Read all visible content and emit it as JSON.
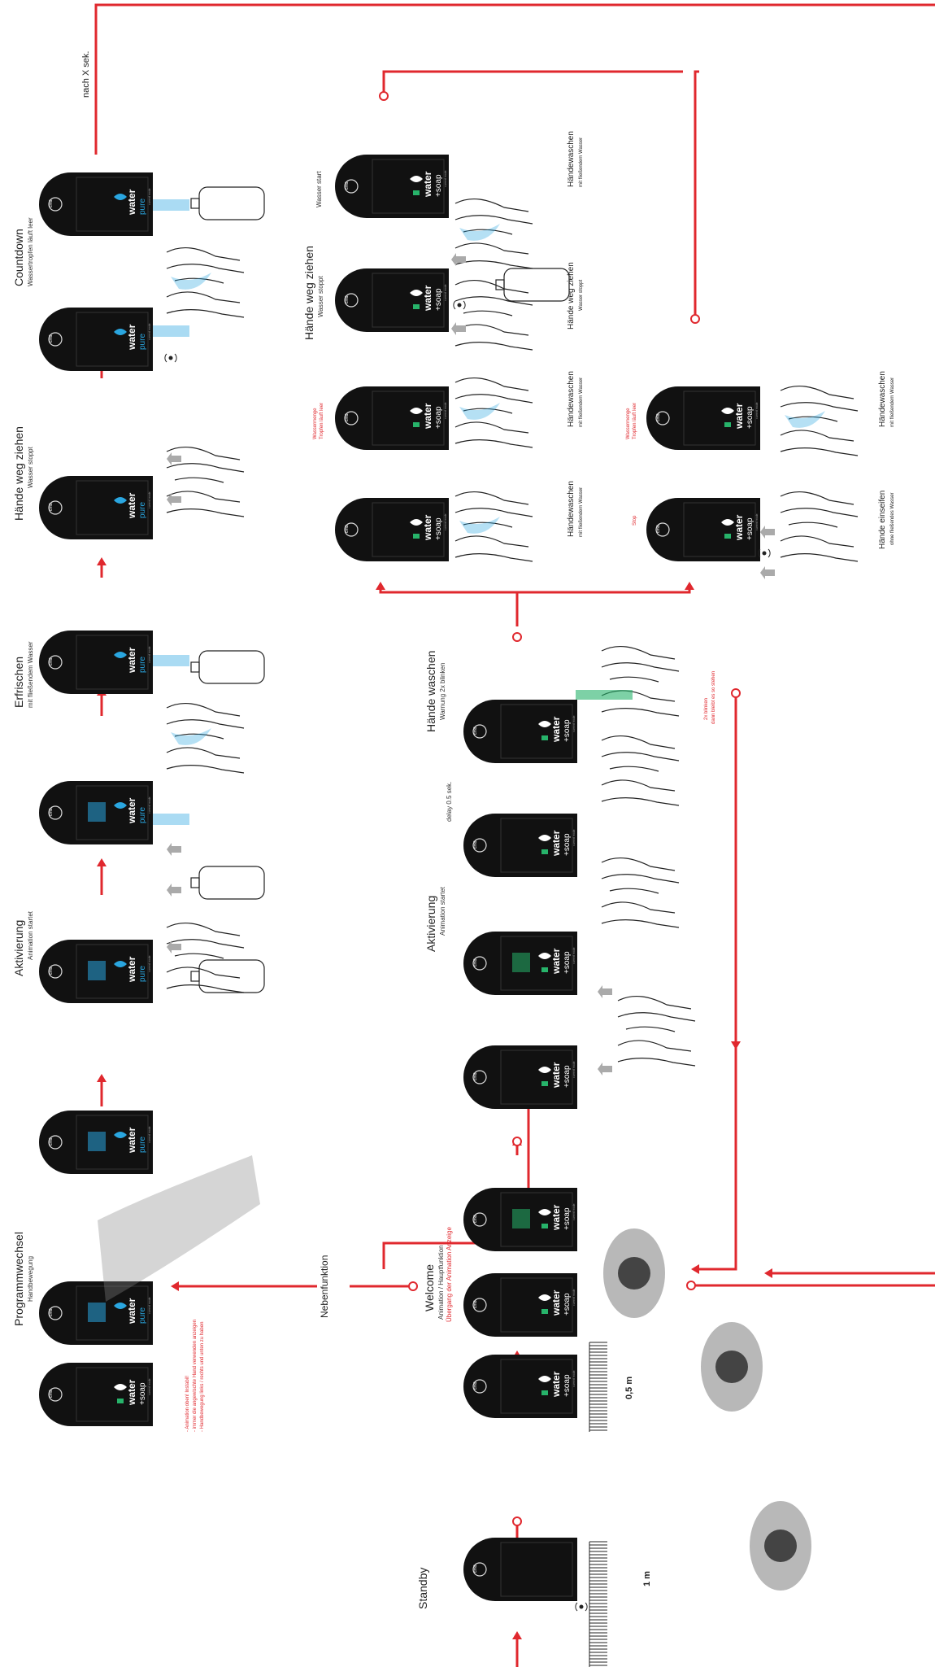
{
  "colors": {
    "flow_red": "#e0282e",
    "device_black": "#111111",
    "water_blue": "#2aa6e0",
    "soap_green": "#27b36a",
    "hand_line": "#222222",
    "person_grey": "#9a9a9a"
  },
  "device": {
    "logo": "cmd",
    "water_label": "water",
    "pure_label": "pure",
    "soap_label": "+soap",
    "footer": "current mode"
  },
  "labels": {
    "nach_x": "nach X sek.",
    "countdown_title": "Countdown",
    "countdown_sub": "Wassertropfen läuft leer",
    "weg1_title": "Hände weg ziehen",
    "weg1_sub": "Wasser stoppt",
    "erfrischen_title": "Erfrischen",
    "erfrischen_sub": "mit fließendem Wasser",
    "akt1_title": "Aktivierung",
    "akt1_sub": "Animation startet",
    "prog_title": "Programmwechsel",
    "prog_sub": "Handbewegung",
    "prog_notes": [
      "- Animation oben! Instabil!",
      "- immer die angewischte Hand verwenden anzeigen",
      "- Handbewegung links / rechts und unten zu haben"
    ],
    "neben": "Nebenfunktion",
    "welcome_title": "Welcome",
    "welcome_sub": "Animation / Hauptfunktion",
    "welcome_sub2": "Übergang der Animation Anzeige",
    "standby_title": "Standby",
    "dist_05": "0,5 m",
    "dist_1": "1 m",
    "akt2_title": "Aktivierung",
    "akt2_sub": "Animation startet",
    "delay": "delay 0.5 sek.",
    "hw_title": "Hände waschen",
    "hw_sub": "Warnung 2x blinken",
    "blink_note_1": "2x blinken",
    "blink_note_2": "dann bleibt es so stehen",
    "weg2_title": "Hände weg ziehen",
    "weg2_sub": "Wasser stoppt",
    "wasserstart": "Wasser start",
    "weg2b_title": "Hände weg ziehen",
    "weg2b_sub": "Wasser stoppt",
    "hw1_title": "Händewaschen",
    "hw1_sub": "mit fließendem Wasser",
    "hw2_title": "Händewaschen",
    "hw2_sub": "mit fließendem Wasser",
    "hw3_title": "Händewaschen",
    "hw3_sub": "mit fließendem Wasser",
    "einseifen_title": "Hände einseifen",
    "einseifen_sub": "ohne fließendes Wasser",
    "wm1_a": "Wassermenge",
    "wm1_b": "Tropfen läuft leer",
    "wm2_a": "Wassermenge",
    "wm2_b": "Tropfen läuft leer",
    "stop": "Stop"
  }
}
